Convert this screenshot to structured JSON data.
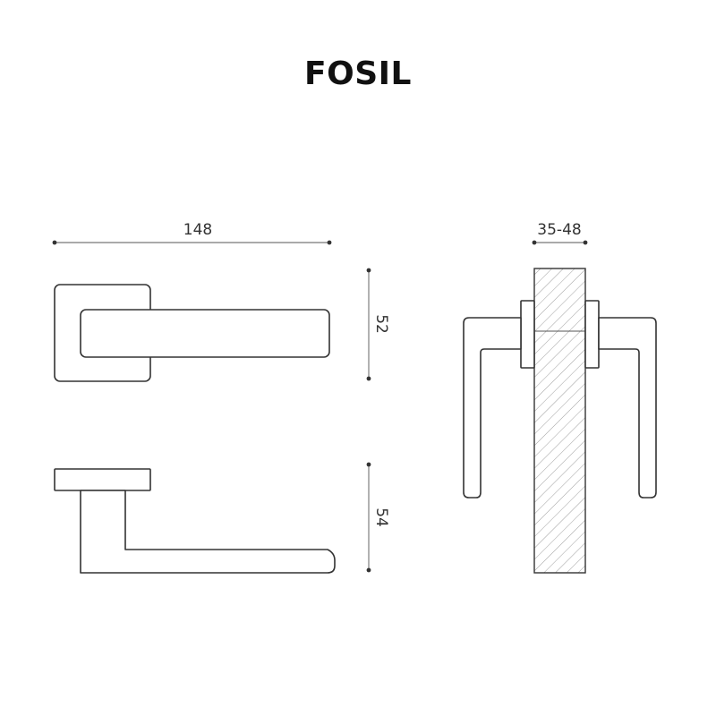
{
  "title": "FOSIL",
  "dimensions": {
    "front_width": "148",
    "front_height": "52",
    "top_height": "54",
    "door_thickness": "35-48"
  },
  "colors": {
    "line": "#333333",
    "background": "#ffffff"
  }
}
